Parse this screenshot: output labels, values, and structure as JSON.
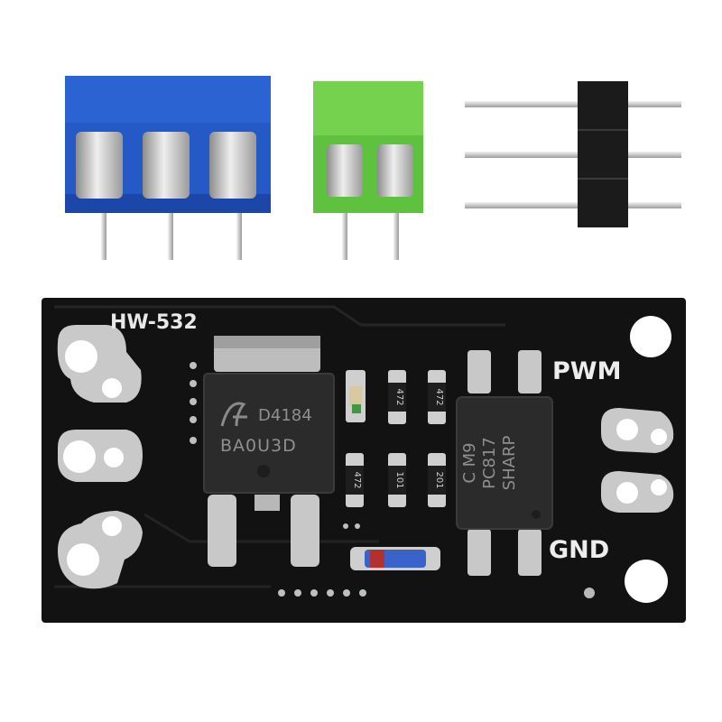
{
  "colors": {
    "background": "#ffffff",
    "pcb": "#121212",
    "terminal_blue": "#1f4fb8",
    "terminal_green": "#5cc23c",
    "header_plastic": "#1a1a1a",
    "silk": "#e8e8e8"
  },
  "board": {
    "model": "HW-532",
    "label_pwm": "PWM",
    "label_gnd": "GND"
  },
  "mosfet": {
    "line1": "D4184",
    "line2": "BA0U3D",
    "logo": "aos-logo"
  },
  "optocoupler": {
    "line1": "C M9",
    "line2": "PC817",
    "line3": "SHARP"
  },
  "resistors": {
    "r_top_1": "472",
    "r_top_2": "472",
    "r_bottom_1": "472",
    "r_bottom_2": "101",
    "r_bottom_3": "201"
  },
  "accessories": {
    "blue_terminal_positions": 3,
    "green_terminal_positions": 2,
    "pin_header_pins": 3
  }
}
